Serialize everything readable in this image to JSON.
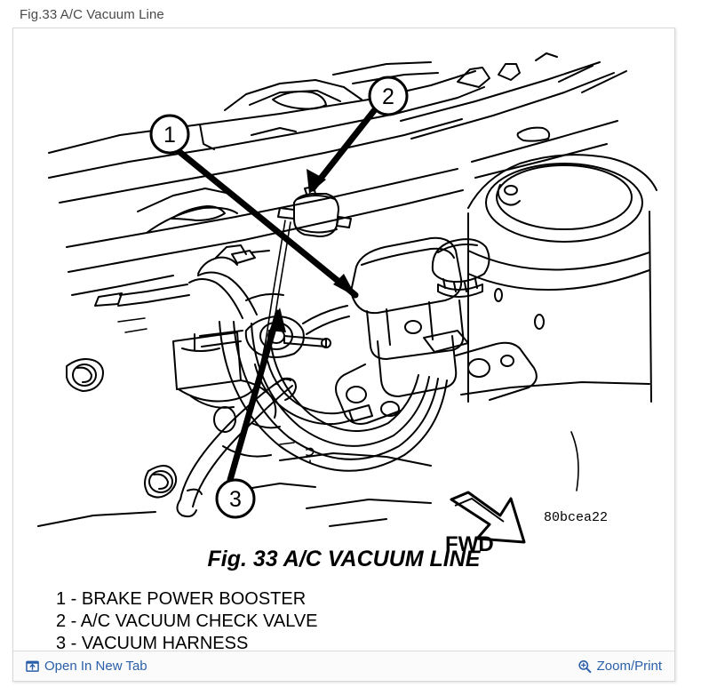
{
  "heading": "Fig.33 A/C Vacuum Line",
  "figure": {
    "caption": "Fig. 33 A/C VACUUM LINE",
    "direction_label": "FWD",
    "figure_id": "80bcea22",
    "callouts": [
      {
        "number": "1",
        "label": "BRAKE POWER BOOSTER"
      },
      {
        "number": "2",
        "label": "A/C VACUUM CHECK VALVE"
      },
      {
        "number": "3",
        "label": "VACUUM HARNESS"
      }
    ],
    "legend": [
      "1 - BRAKE POWER BOOSTER",
      "2 - A/C VACUUM CHECK VALVE",
      "3 - VACUUM HARNESS"
    ]
  },
  "action_bar": {
    "open_new_tab_label": "Open In New Tab",
    "open_new_tab_icon": "external-link-icon",
    "zoom_print_label": "Zoom/Print",
    "zoom_print_icon": "magnifier-plus-icon"
  },
  "colors": {
    "link": "#2a5faa",
    "heading_text": "#4a4a4a",
    "panel_border": "#d8d8d8",
    "bar_background": "#fbfbfb",
    "line_art": "#000000"
  }
}
